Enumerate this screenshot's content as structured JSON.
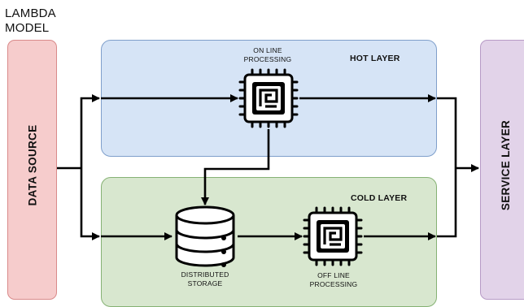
{
  "title": "LAMBDA\nMODEL",
  "data_source": {
    "label": "DATA SOURCE"
  },
  "service_layer": {
    "label": "SERVICE LAYER"
  },
  "hot_layer": {
    "title": "HOT LAYER",
    "online_processing": {
      "caption": "ON LINE\nPROCESSING",
      "icon": "cpu-chip-icon"
    }
  },
  "cold_layer": {
    "title": "COLD LAYER",
    "distributed_storage": {
      "caption": "DISTRIBUTED\nSTORAGE",
      "icon": "database-icon"
    },
    "offline_processing": {
      "caption": "OFF LINE\nPROCESSING",
      "icon": "cpu-chip-icon"
    }
  },
  "colors": {
    "data_source_fill": "#f6cccc",
    "service_fill": "#e2d3e9",
    "hot_fill": "#d6e4f6",
    "cold_fill": "#d8e7cf",
    "stroke": "#000000"
  }
}
